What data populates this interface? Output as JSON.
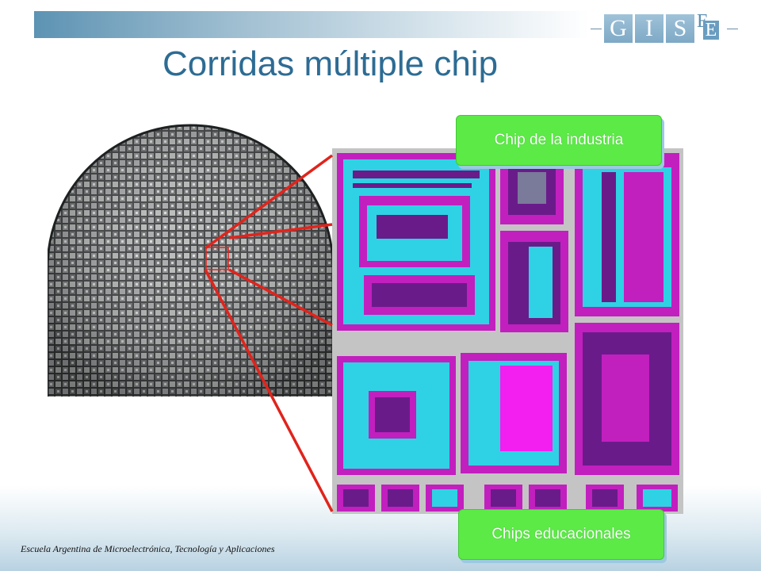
{
  "header": {
    "logo_letters": [
      "G",
      "I",
      "S"
    ],
    "logo_e1": "E",
    "logo_e2": "E"
  },
  "slide": {
    "title": "Corridas múltiple chip",
    "callout_industry": "Chip de la industria",
    "callout_edu": "Chips educacionales",
    "footer": "Escuela Argentina de Microelectrónica, Tecnología y Aplicaciones"
  },
  "colors": {
    "title": "#2d6c94",
    "callout_green": "#5cea47",
    "connector_red": "#e0241c",
    "die_magenta": "#c21fbf",
    "die_cyan": "#2fd2e4",
    "die_purple": "#6a1b8a"
  }
}
